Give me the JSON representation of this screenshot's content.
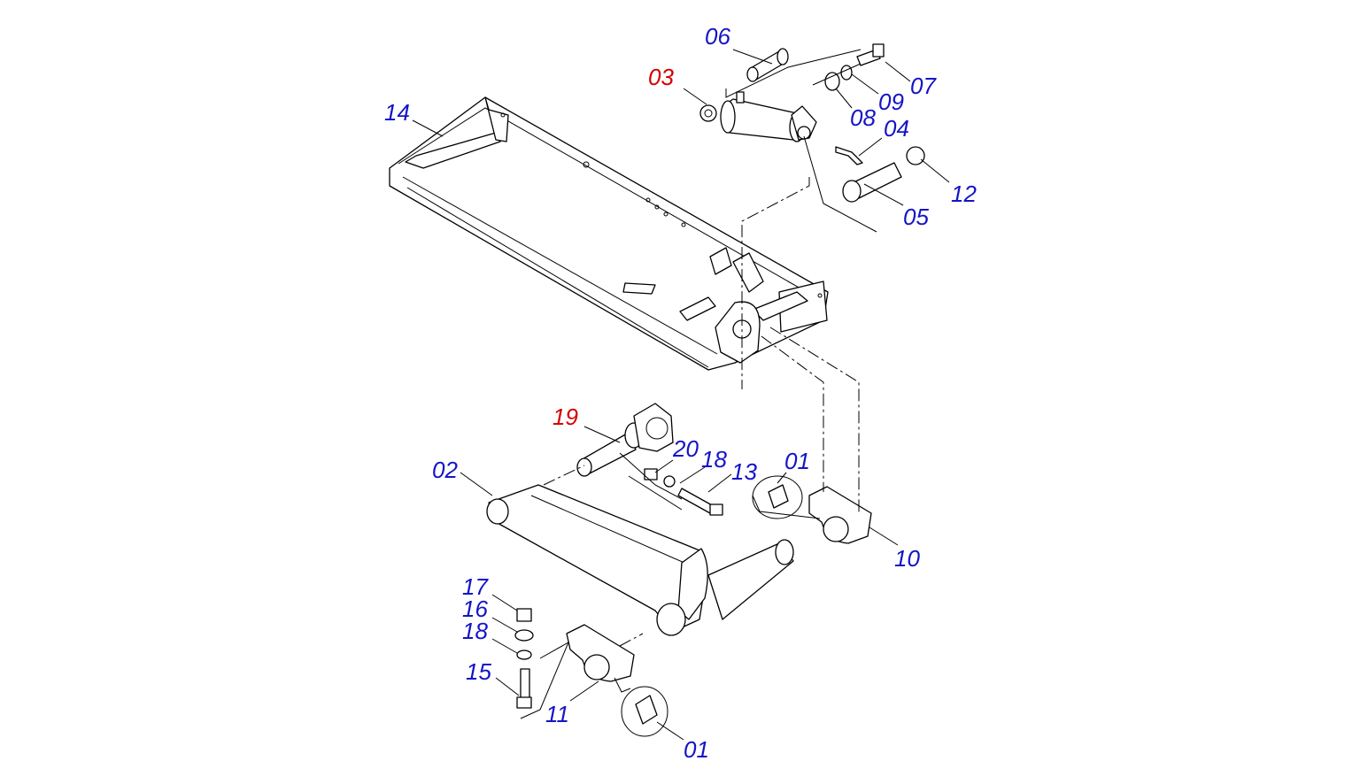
{
  "diagram": {
    "colors": {
      "callout_default": "#1414c8",
      "callout_highlight": "#d40000",
      "line": "#000000"
    },
    "callouts": [
      {
        "id": "c06",
        "text": "06",
        "highlight": false
      },
      {
        "id": "c03",
        "text": "03",
        "highlight": true
      },
      {
        "id": "c07",
        "text": "07",
        "highlight": false
      },
      {
        "id": "c09",
        "text": "09",
        "highlight": false
      },
      {
        "id": "c08",
        "text": "08",
        "highlight": false
      },
      {
        "id": "c04",
        "text": "04",
        "highlight": false
      },
      {
        "id": "c14",
        "text": "14",
        "highlight": false
      },
      {
        "id": "c12",
        "text": "12",
        "highlight": false
      },
      {
        "id": "c05",
        "text": "05",
        "highlight": false
      },
      {
        "id": "c19",
        "text": "19",
        "highlight": true
      },
      {
        "id": "c20",
        "text": "20",
        "highlight": false
      },
      {
        "id": "c18a",
        "text": "18",
        "highlight": false
      },
      {
        "id": "c13",
        "text": "13",
        "highlight": false
      },
      {
        "id": "c01a",
        "text": "01",
        "highlight": false
      },
      {
        "id": "c02",
        "text": "02",
        "highlight": false
      },
      {
        "id": "c10",
        "text": "10",
        "highlight": false
      },
      {
        "id": "c17",
        "text": "17",
        "highlight": false
      },
      {
        "id": "c16",
        "text": "16",
        "highlight": false
      },
      {
        "id": "c18b",
        "text": "18",
        "highlight": false
      },
      {
        "id": "c15",
        "text": "15",
        "highlight": false
      },
      {
        "id": "c11",
        "text": "11",
        "highlight": false
      },
      {
        "id": "c01b",
        "text": "01",
        "highlight": false
      }
    ]
  }
}
